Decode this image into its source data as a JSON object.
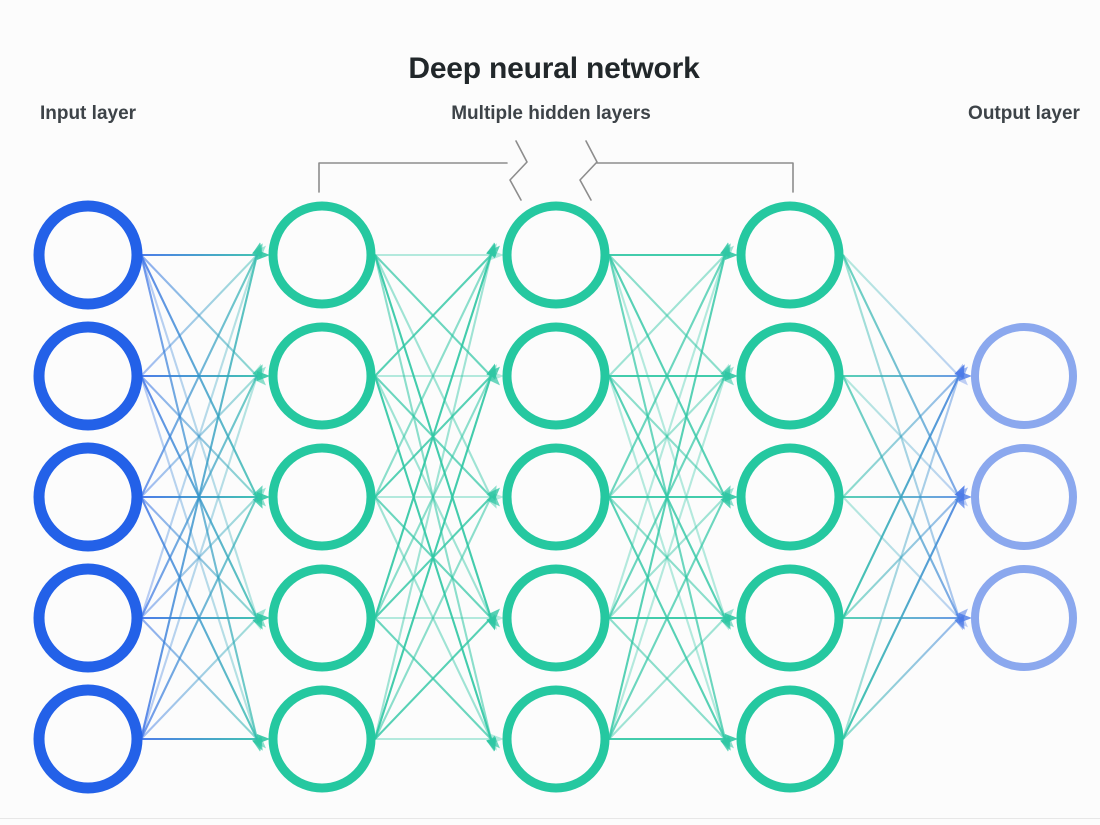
{
  "title": "Deep neural network",
  "labels": {
    "input": "Input layer",
    "hidden": "Multiple hidden layers",
    "output": "Output layer"
  },
  "colors": {
    "background": "#fcfcfc",
    "text_primary": "#21272a",
    "text_secondary": "#3d4348",
    "input_node": "#2361e8",
    "hidden_node": "#25c8a0",
    "output_node": "#8ba8ee",
    "edge_blue": "#3a6ee8",
    "edge_teal": "#2fc7a4",
    "edge_output": "#4d7be8",
    "bracket": "#8d8d8d",
    "divider": "#e7e7e7"
  },
  "network": {
    "direction": "left-to-right",
    "connections": "full-bipartite-adjacent",
    "layers": [
      {
        "name": "input-layer",
        "role": "input",
        "nodes": 5
      },
      {
        "name": "hidden-layer-1",
        "role": "hidden",
        "nodes": 5
      },
      {
        "name": "hidden-layer-2",
        "role": "hidden",
        "nodes": 5
      },
      {
        "name": "hidden-layer-3",
        "role": "hidden",
        "nodes": 5
      },
      {
        "name": "output-layer",
        "role": "output",
        "nodes": 3
      }
    ]
  }
}
